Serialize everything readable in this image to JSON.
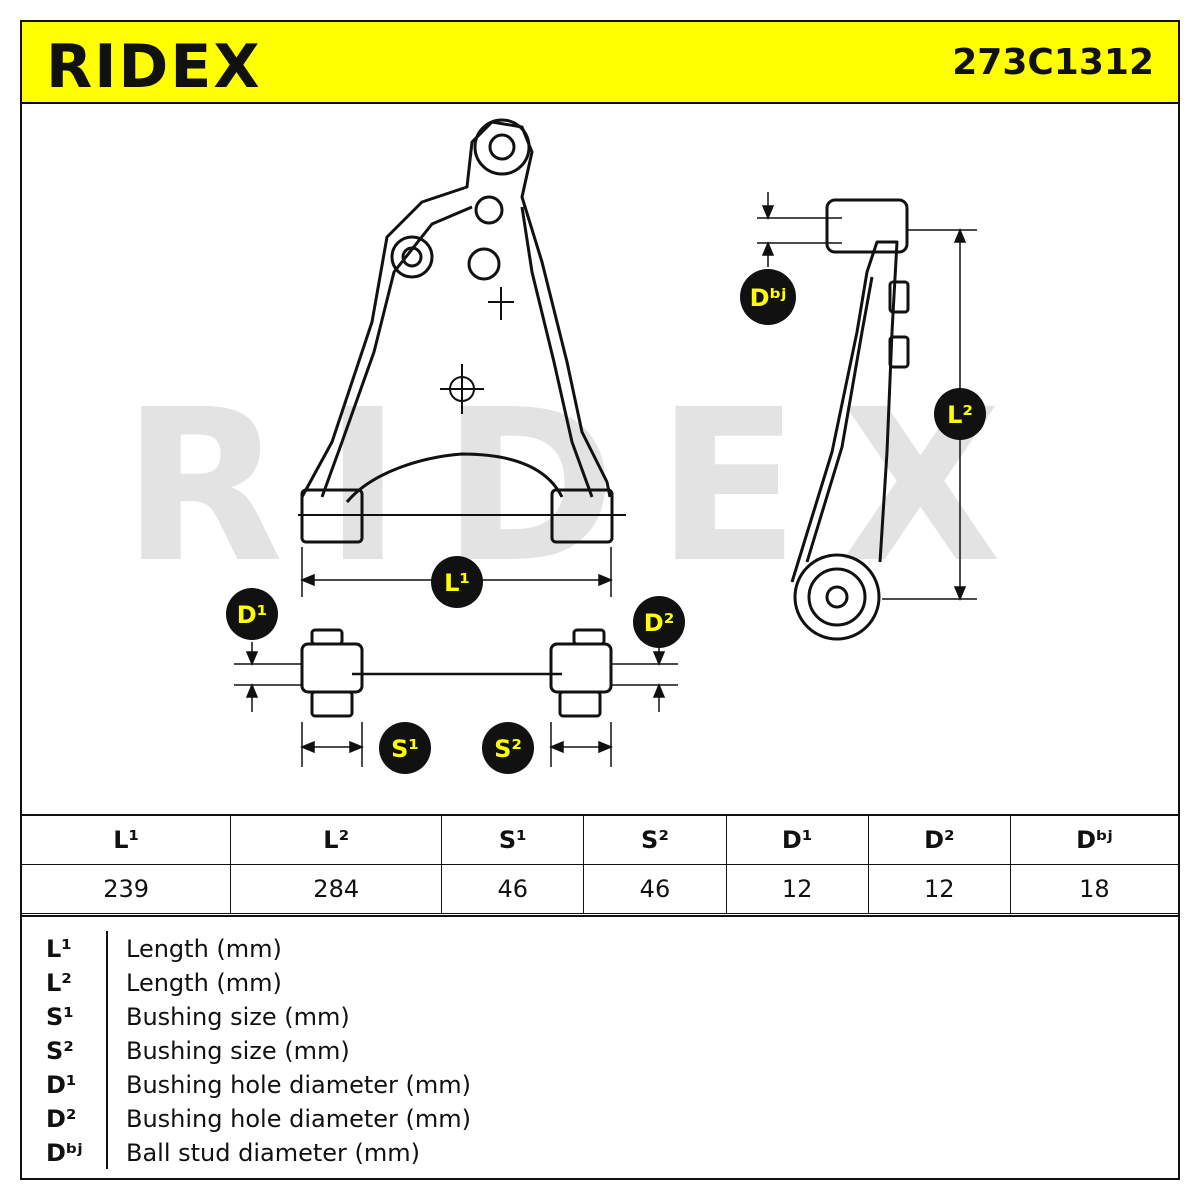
{
  "header": {
    "logo": "RIDEX",
    "part_number": "273C1312"
  },
  "watermark": "RIDEX",
  "badges": {
    "L1": "L¹",
    "L2": "L²",
    "D1": "D¹",
    "D2": "D²",
    "S1": "S¹",
    "S2": "S²",
    "Dbj": "Dᵇʲ"
  },
  "table": {
    "headers": [
      "L¹",
      "L²",
      "S¹",
      "S²",
      "D¹",
      "D²",
      "Dᵇʲ"
    ],
    "values": [
      "239",
      "284",
      "46",
      "46",
      "12",
      "12",
      "18"
    ]
  },
  "legend": [
    {
      "symbol": "L¹",
      "description": "Length (mm)"
    },
    {
      "symbol": "L²",
      "description": "Length (mm)"
    },
    {
      "symbol": "S¹",
      "description": "Bushing size (mm)"
    },
    {
      "symbol": "S²",
      "description": "Bushing size (mm)"
    },
    {
      "symbol": "D¹",
      "description": "Bushing hole diameter (mm)"
    },
    {
      "symbol": "D²",
      "description": "Bushing hole diameter (mm)"
    },
    {
      "symbol": "Dᵇʲ",
      "description": "Ball stud diameter (mm)"
    }
  ],
  "colors": {
    "accent": "#ffff00",
    "ink": "#111111",
    "watermark": "#e3e3e3"
  }
}
